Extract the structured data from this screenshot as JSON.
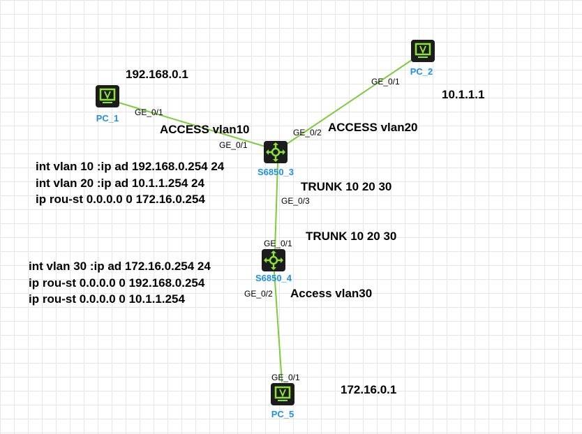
{
  "nodes": {
    "pc1": {
      "label": "PC_1",
      "type": "pc-icon"
    },
    "pc2": {
      "label": "PC_2",
      "type": "pc-icon"
    },
    "pc5": {
      "label": "PC_5",
      "type": "pc-icon"
    },
    "sw3": {
      "label": "S6850_3",
      "type": "switch-icon"
    },
    "sw4": {
      "label": "S6850_4",
      "type": "switch-icon"
    }
  },
  "ports": {
    "pc1_ge01": "GE_0/1",
    "sw3_ge01": "GE_0/1",
    "pc2_ge01": "GE_0/1",
    "sw3_ge02": "GE_0/2",
    "sw3_ge03": "GE_0/3",
    "sw4_ge01": "GE_0/1",
    "sw4_ge02": "GE_0/2",
    "pc5_ge01": "GE_0/1"
  },
  "notes": {
    "pc1_ip": "192.168.0.1",
    "pc2_ip": "10.1.1.1",
    "pc5_ip": "172.16.0.1",
    "access10": "ACCESS vlan10",
    "access20": "ACCESS vlan20",
    "trunk_sw3": "TRUNK 10 20 30",
    "trunk_sw4": "TRUNK 10 20 30",
    "access30": "Access vlan30",
    "sw3_config": [
      "int vlan 10 :ip ad 192.168.0.254 24",
      "int vlan 20 :ip ad 10.1.1.254 24",
      "ip rou-st 0.0.0.0 0 172.16.0.254"
    ],
    "sw4_config": [
      "int vlan 30 :ip ad 172.16.0.254 24",
      "ip rou-st 0.0.0.0 0 192.168.0.254",
      "ip rou-st 0.0.0.0 0 10.1.1.254"
    ]
  },
  "colors": {
    "link": "#7ccc3c",
    "node_bg": "#1c1c1c",
    "icon": "#8be23a",
    "node_label": "#1e90e8"
  }
}
